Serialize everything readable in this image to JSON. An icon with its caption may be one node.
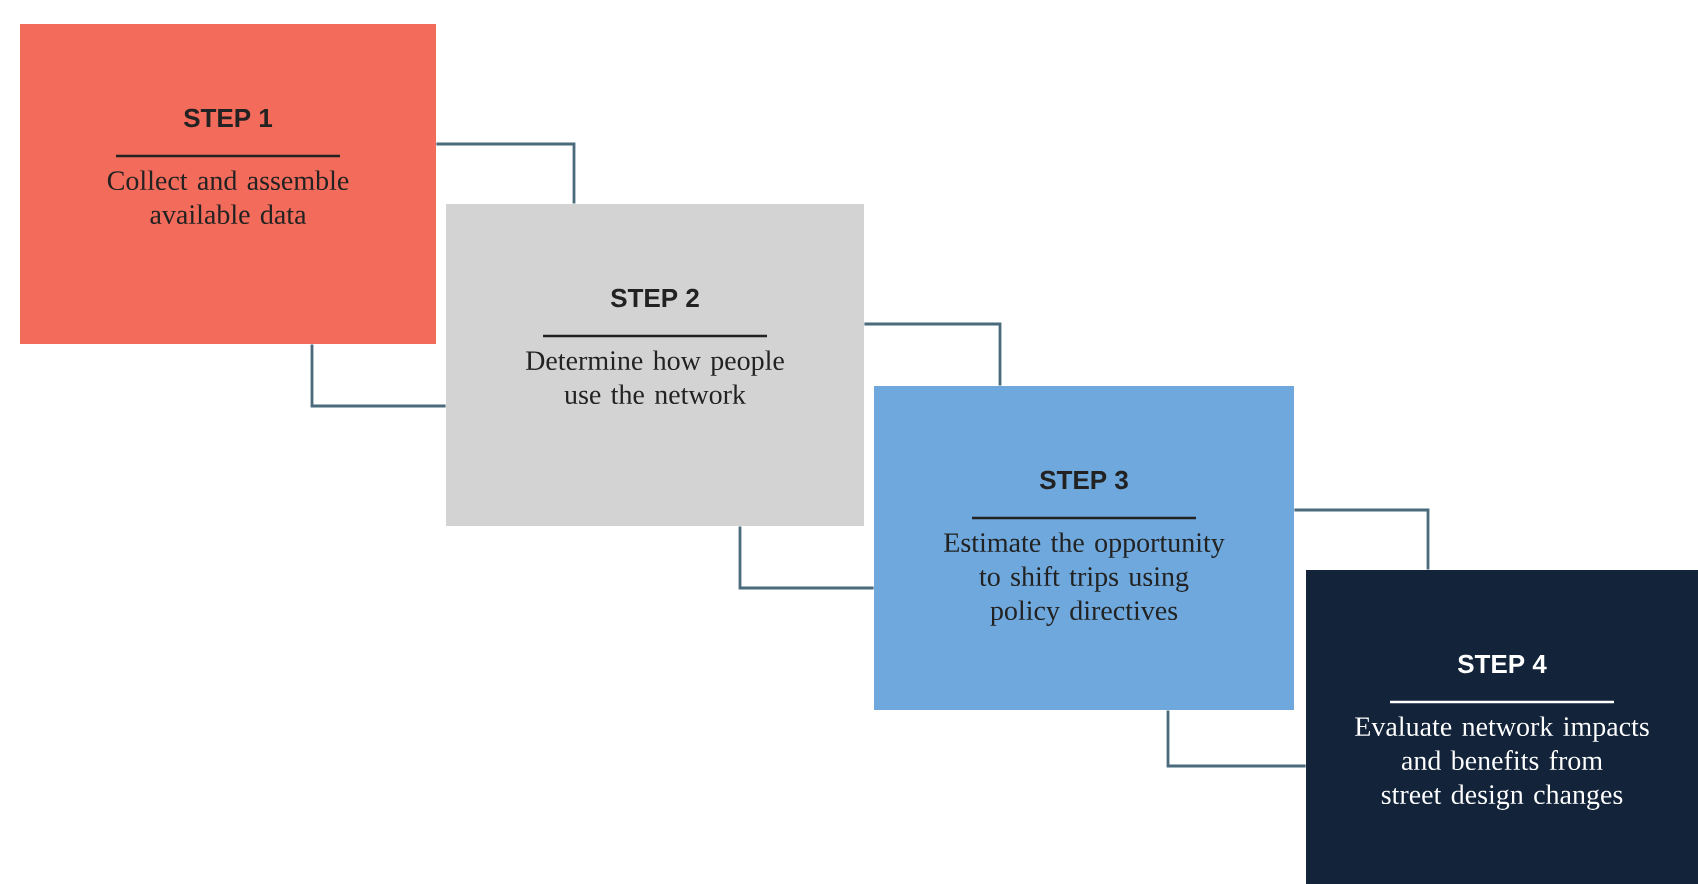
{
  "diagram": {
    "nodes": [
      {
        "text": [
          "STEP 1",
          "Collect and assemble available data"
        ]
      },
      {
        "text": [
          "STEP 2",
          "Determine how people use the network"
        ]
      },
      {
        "text": [
          "STEP 3",
          "Estimate the opportunity to shift trips using policy directives"
        ]
      },
      {
        "text": [
          "STEP 4",
          "Evaluate network impacts and benefits from street design changes"
        ]
      }
    ],
    "edges": [
      {
        "from": 0,
        "to": 1,
        "arrow": "none"
      },
      {
        "from": 0,
        "to": 1,
        "arrow": "none"
      },
      {
        "from": 1,
        "to": 2,
        "arrow": "none"
      },
      {
        "from": 1,
        "to": 2,
        "arrow": "none"
      },
      {
        "from": 2,
        "to": 3,
        "arrow": "none"
      },
      {
        "from": 2,
        "to": 3,
        "arrow": "none"
      }
    ]
  }
}
